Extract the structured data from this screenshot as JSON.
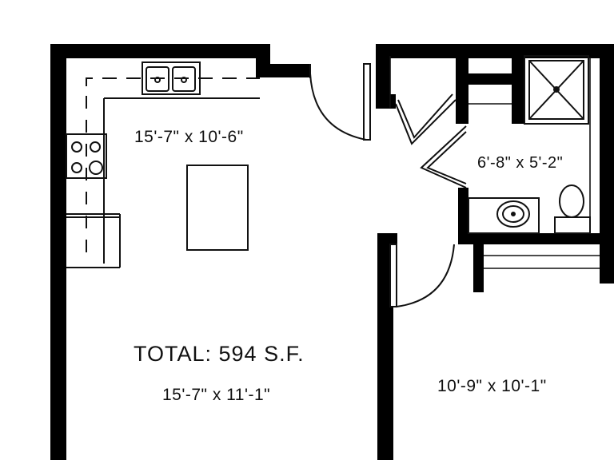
{
  "floorplan": {
    "kitchen_dimensions": "15'-7\" x 10'-6\"",
    "bath_dimensions": "6'-8\" x 5'-2\"",
    "total_label": "TOTAL: 594 S.F.",
    "living_dimensions": "15'-7\" x 11'-1\"",
    "bedroom_dimensions": "10'-9\" x 10'-1\""
  },
  "colors": {
    "wall": "#000000",
    "line": "#111111",
    "background": "#ffffff"
  }
}
